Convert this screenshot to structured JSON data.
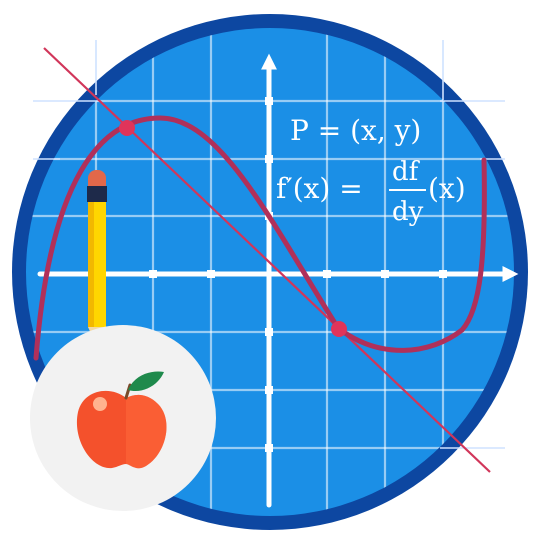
{
  "colors": {
    "background": "#ffffff",
    "ring": "#0d47a1",
    "board": "#1b8fe6",
    "grid": "#ffffff",
    "curve": "#b0305a",
    "tangent": "#d1365a",
    "point": "#e0345a",
    "apple_circle": "#f2f2f2",
    "apple_body": "#f4512c",
    "apple_shade": "#ff6a3d",
    "apple_leaf": "#1f8a4c",
    "pencil_body": "#ffd600",
    "pencil_band": "#1e2a4a",
    "pencil_eraser": "#e2684a"
  },
  "icons": {
    "pencil": "pencil-icon",
    "apple": "apple-icon"
  },
  "formulas": {
    "point": "P = (x, y)",
    "derivative_lhs": "f′(x) =",
    "fraction_num": "df",
    "fraction_den": "dy",
    "derivative_rhs": "(x)"
  }
}
